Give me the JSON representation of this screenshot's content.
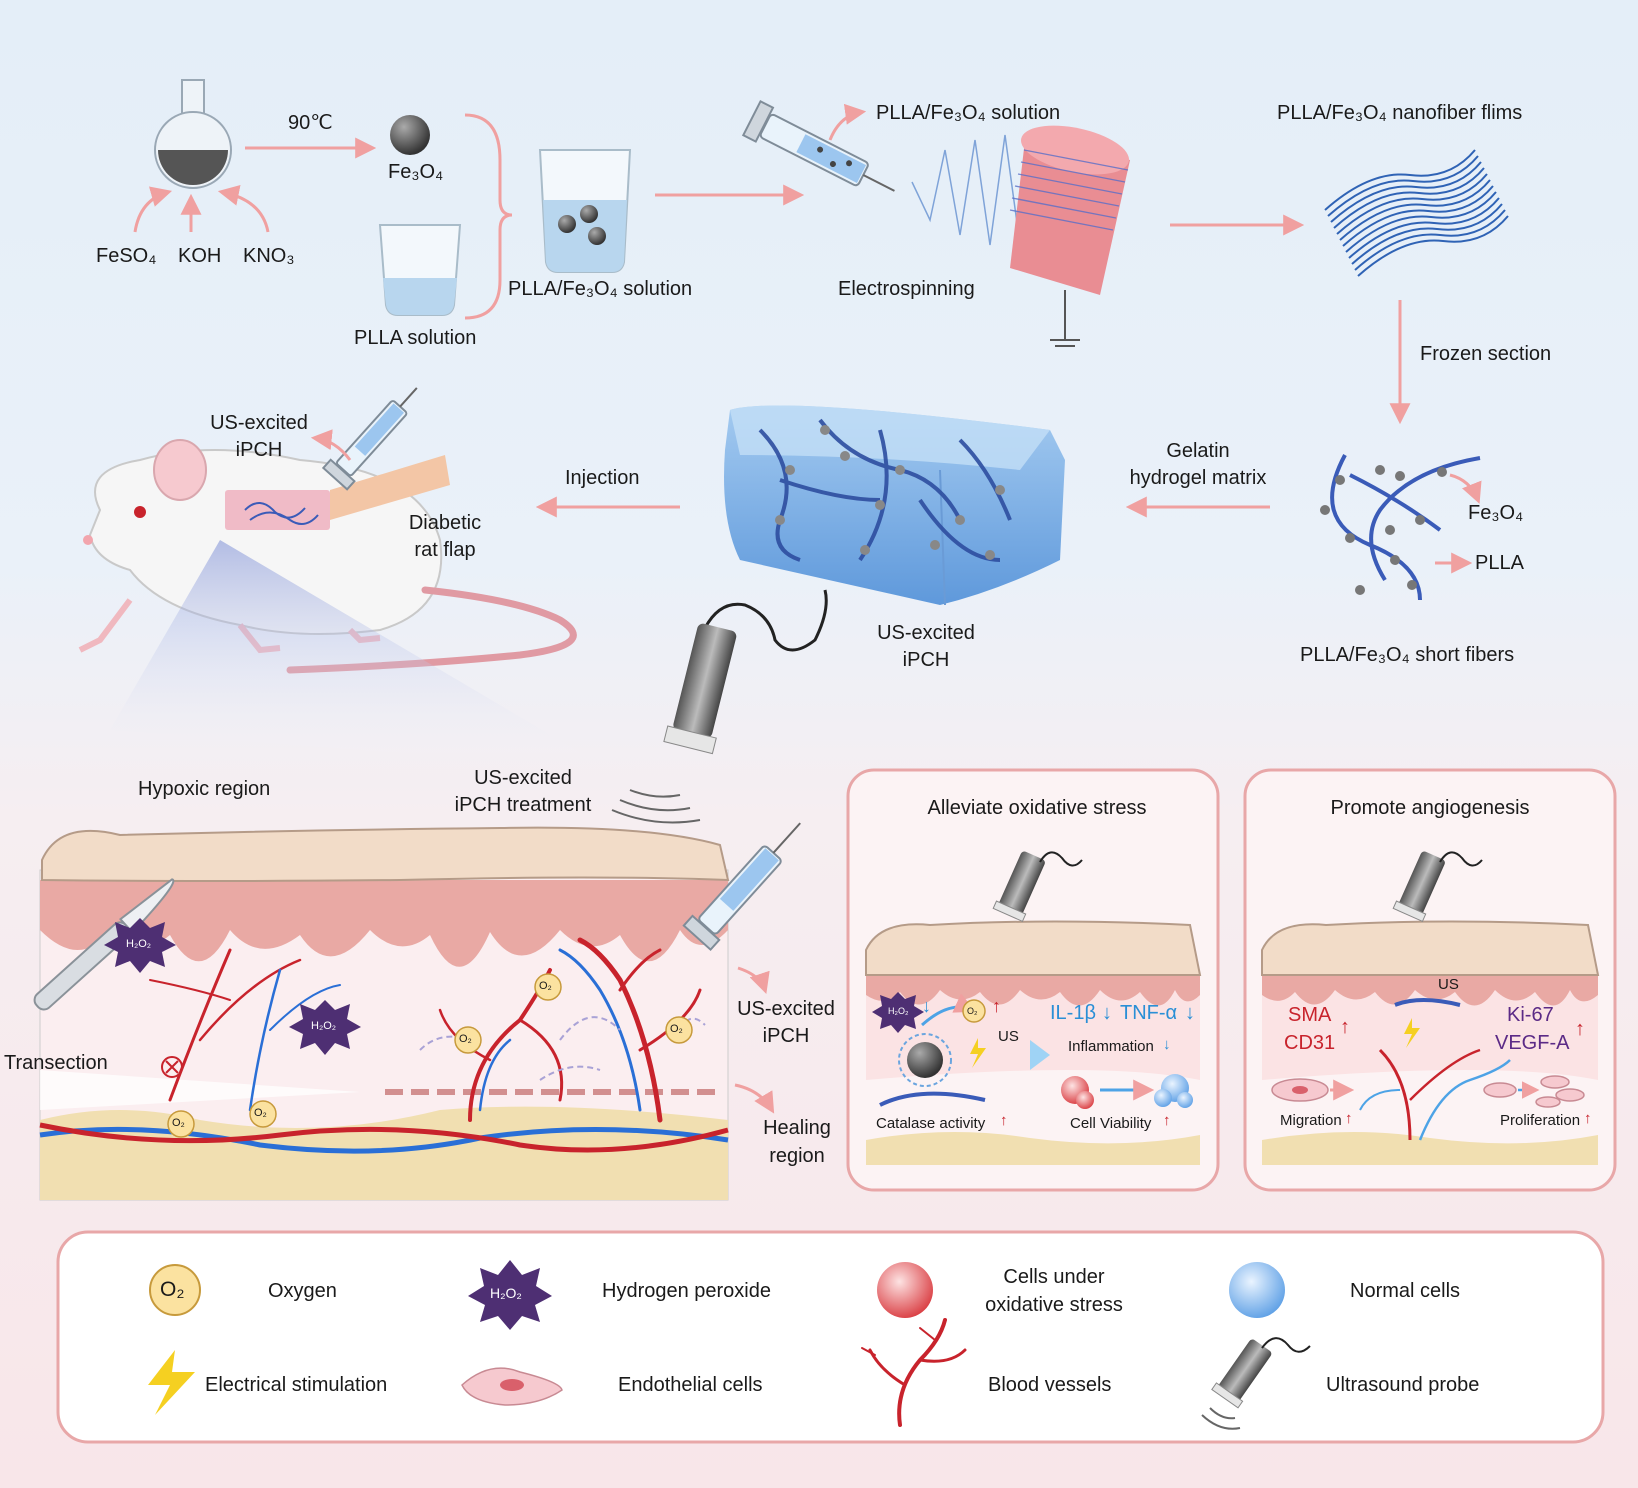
{
  "synthesis": {
    "temp": "90℃",
    "fe3o4": "Fe₃O₄",
    "reagents": [
      "FeSO₄",
      "KOH",
      "KNO₃"
    ],
    "plla_fe3o4_solution": "PLLA/Fe₃O₄ solution",
    "plla_solution": "PLLA solution"
  },
  "electrospinning": {
    "syringe_label": "PLLA/Fe₃O₄ solution",
    "label": "Electrospinning",
    "films_label": "PLLA/Fe₃O₄ nanofiber flims"
  },
  "processing": {
    "frozen_section": "Frozen section",
    "short_fibers": "PLLA/Fe₃O₄ short fibers",
    "fe3o4": "Fe₃O₄",
    "plla": "PLLA",
    "gelatin_line1": "Gelatin",
    "gelatin_line2": "hydrogel matrix",
    "iPCH_line1": "US-excited",
    "iPCH_line2": "iPCH",
    "injection": "Injection"
  },
  "rat": {
    "us_line1": "US-excited",
    "us_line2": "iPCH",
    "flap_line1": "Diabetic",
    "flap_line2": "rat flap"
  },
  "tissue": {
    "hypoxic": "Hypoxic region",
    "treat_line1": "US-excited",
    "treat_line2": "iPCH treatment",
    "transection": "Transection",
    "iPCH_line1": "US-excited",
    "iPCH_line2": "iPCH",
    "healing_line1": "Healing",
    "healing_line2": "region",
    "h2o2": "H₂O₂",
    "o2": "O₂"
  },
  "oxidative_panel": {
    "title": "Alleviate oxidative stress",
    "il1b": "IL-1β",
    "tnfa": "TNF-α",
    "inflammation": "Inflammation",
    "us": "US",
    "catalase": "Catalase activity",
    "viability": "Cell Viability",
    "h2o2": "H₂O₂",
    "o2": "O₂"
  },
  "angio_panel": {
    "title": "Promote angiogenesis",
    "us": "US",
    "sma": "SMA",
    "cd31": "CD31",
    "ki67": "Ki-67",
    "vegfa": "VEGF-A",
    "migration": "Migration",
    "proliferation": "Proliferation"
  },
  "legend": {
    "oxygen": "Oxygen",
    "h2o2_label": "Hydrogen peroxide",
    "stress_line1": "Cells under",
    "stress_line2": "oxidative stress",
    "normal": "Normal cells",
    "electrical": "Electrical stimulation",
    "endothelial": "Endothelial cells",
    "vessels": "Blood vessels",
    "probe": "Ultrasound probe",
    "o2_icon": "O₂",
    "h2o2_icon": "H₂O₂"
  },
  "colors": {
    "arrow": "#f0a0a0",
    "fiber": "#3a5bb8",
    "vessel_red": "#c8232c",
    "vessel_blue": "#2a6fd6",
    "skin": "#f2dcc8",
    "dermis": "#e9a9a4",
    "fat": "#f1dfb1",
    "panel_border": "#e8a7a8"
  }
}
